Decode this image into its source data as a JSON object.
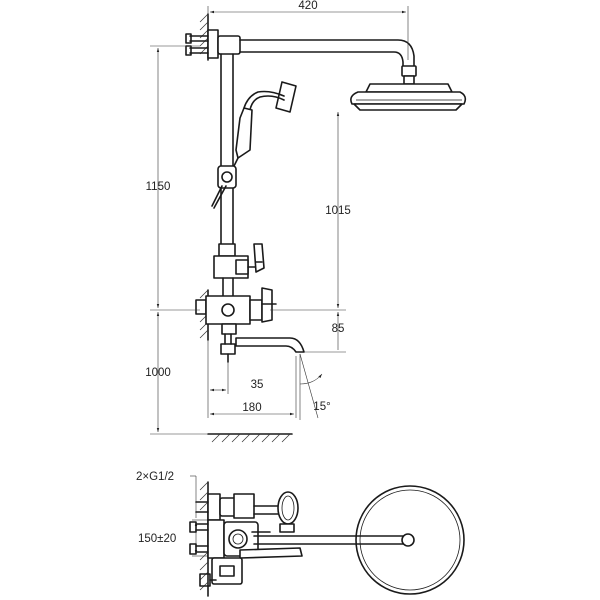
{
  "dimensions": {
    "width_top": "420",
    "height_total": "1150",
    "height_head": "1015",
    "offset_85": "85",
    "height_floor": "1000",
    "spout_35": "35",
    "spout_180": "180",
    "angle": "15°",
    "connection": "2×G1/2",
    "spacing": "150±20"
  }
}
